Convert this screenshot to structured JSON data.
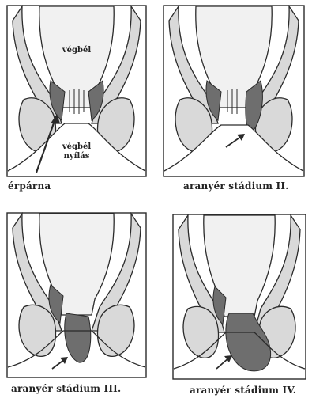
{
  "panels": [
    {
      "caption": "érpárna",
      "labels": {
        "rectum": "végbél",
        "anus_line1": "végbél",
        "anus_line2": "nyílás"
      }
    },
    {
      "caption": "aranyér stádium II."
    },
    {
      "caption": "aranyér stádium III."
    },
    {
      "caption": "aranyér stádium IV."
    }
  ],
  "colors": {
    "ink": "#2a2a2a",
    "tissue": "#d9d9d9",
    "lumen": "#f1f1f1",
    "cushion": "#6e6e6e"
  }
}
